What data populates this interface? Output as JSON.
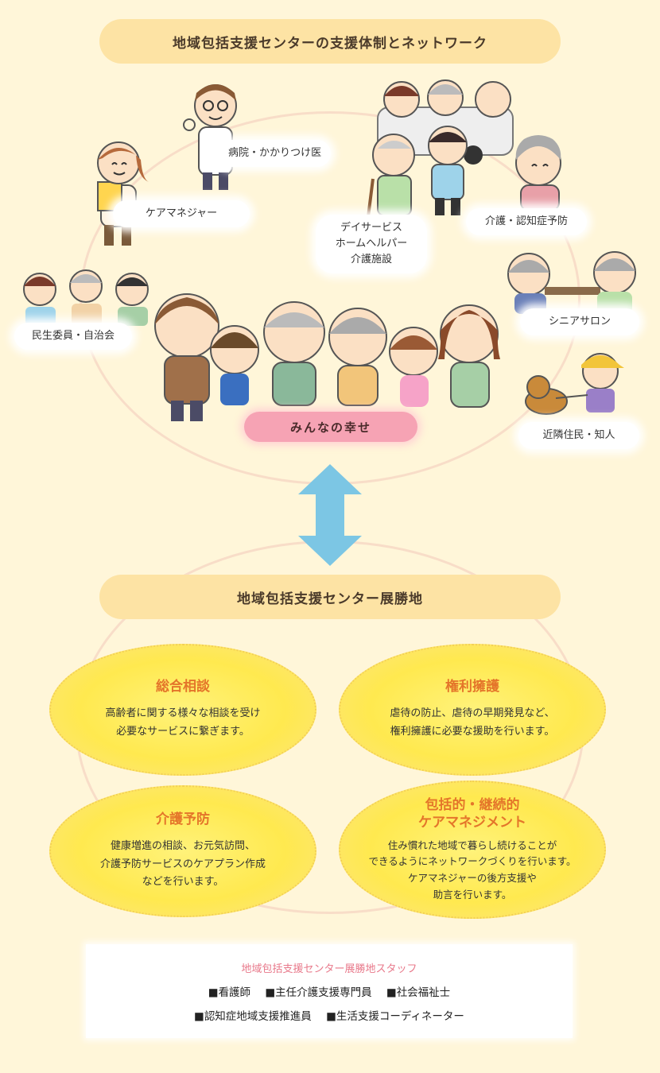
{
  "network": {
    "title": "地域包括支援センターの支援体制とネットワーク",
    "center_label": "みんなの幸せ",
    "actors": [
      {
        "id": "doctor",
        "label": "病院・かかりつけ医"
      },
      {
        "id": "care-manager",
        "label": "ケアマネジャー"
      },
      {
        "id": "day-service",
        "label": "デイサービス\nホームヘルパー\n介護施設"
      },
      {
        "id": "prevention",
        "label": "介護・認知症予防"
      },
      {
        "id": "welfare",
        "label": "民生委員・自治会"
      },
      {
        "id": "senior-salon",
        "label": "シニアサロン"
      },
      {
        "id": "neighbors",
        "label": "近隣住民・知人"
      }
    ]
  },
  "center": {
    "title": "地域包括支援センター展勝地",
    "services": [
      {
        "title": "総合相談",
        "desc": "高齢者に関する様々な相談を受け\n必要なサービスに繋ぎます。"
      },
      {
        "title": "権利擁護",
        "desc": "虐待の防止、虐待の早期発見など、\n権利擁護に必要な援助を行います。"
      },
      {
        "title": "介護予防",
        "desc": "健康増進の相談、お元気訪問、\n介護予防サービスのケアプラン作成\nなどを行います。"
      },
      {
        "title": "包括的・継続的\nケアマネジメント",
        "desc": "住み慣れた地域で暮らし続けることが\nできるようにネットワークづくりを行います。\nケアマネジャーの後方支援や\n助言を行います。"
      }
    ]
  },
  "staff": {
    "title": "地域包括支援センター展勝地スタッフ",
    "row1": [
      "看護師",
      "主任介護支援専門員",
      "社会福祉士"
    ],
    "row2": [
      "認知症地域支援推進員",
      "生活支援コーディネーター"
    ]
  },
  "colors": {
    "background": "#fff6d9",
    "pill": "#fde3a4",
    "happy": "#f6a3b4",
    "arrow": "#7cc6e4",
    "service_title": "#e4752a",
    "staff_title": "#e8788a"
  }
}
